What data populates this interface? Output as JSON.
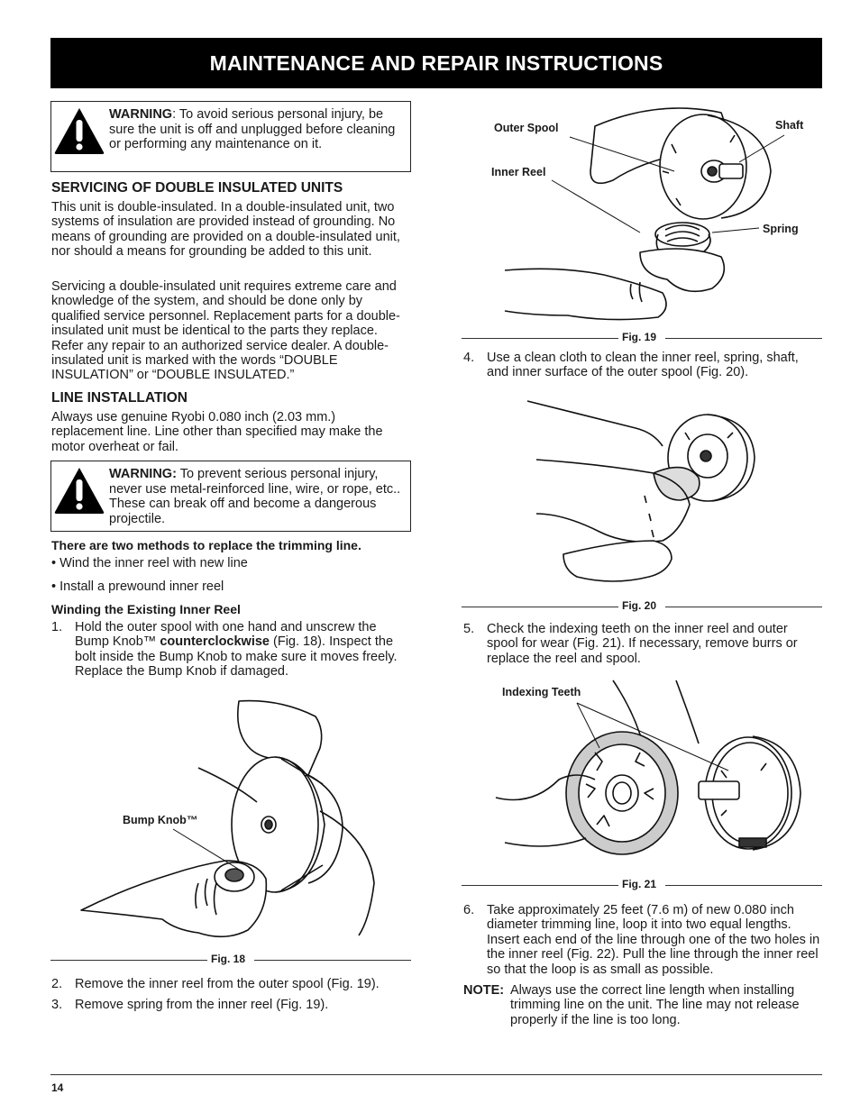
{
  "header": {
    "title": "MAINTENANCE AND REPAIR INSTRUCTIONS"
  },
  "warning1": {
    "label": "WARNING",
    "text": ": To avoid serious personal injury, be sure the unit is off and unplugged before cleaning or performing any maintenance on it."
  },
  "section1": {
    "heading": "SERVICING OF DOUBLE INSULATED UNITS",
    "p1": "This unit is double-insulated. In a double-insulated unit, two systems of insulation are provided instead of grounding. No means of grounding are provided on a double-insulated unit, nor should a means for grounding be added to this unit.",
    "p2": "Servicing a double-insulated unit requires extreme care and knowledge of the system, and should be done only by qualified service personnel. Replacement parts for a double-insulated unit must be identical to the parts they replace. Refer any repair to an authorized service dealer. A double-insulated unit is marked with the words “DOUBLE INSULATION” or “DOUBLE INSULATED.”"
  },
  "section2": {
    "heading": "LINE INSTALLATION",
    "p1": "Always use genuine Ryobi 0.080 inch (2.03 mm.) replacement line. Line other than specified may make the motor overheat or fail."
  },
  "warning2": {
    "label": "WARNING:",
    "text": " To prevent serious personal injury, never use metal-reinforced line, wire, or rope, etc.. These can break off and become a dangerous projectile."
  },
  "methods": {
    "heading": "There are two methods to replace the trimming line.",
    "bullet1": "• Wind the inner reel with new line",
    "bullet2": "• Install a prewound inner reel"
  },
  "winding": {
    "heading": "Winding the Existing Inner Reel",
    "step1_num": "1.",
    "step1_a": "Hold the outer spool with one hand and unscrew the Bump Knob™ ",
    "step1_bold": "counterclockwise",
    "step1_b": " (Fig. 18). Inspect the bolt inside the Bump Knob to make sure it moves freely. Replace the Bump Knob if damaged.",
    "step2_num": "2.",
    "step2": "Remove the inner reel from the outer spool (Fig. 19).",
    "step3_num": "3.",
    "step3": "Remove spring from the inner reel (Fig. 19).",
    "step4_num": "4.",
    "step4": "Use a clean cloth to clean the inner reel, spring, shaft, and inner surface of the outer spool (Fig. 20).",
    "step5_num": "5.",
    "step5": "Check the indexing teeth on the inner reel and outer spool for wear (Fig. 21). If necessary, remove burrs or replace the reel and spool.",
    "step6_num": "6.",
    "step6": "Take approximately 25 feet (7.6 m) of new 0.080 inch diameter trimming line, loop it into two equal lengths. Insert each end of the line through one of the two holes in the inner reel (Fig. 22). Pull the line through the inner reel so that the loop is as small as possible."
  },
  "note": {
    "label": "NOTE:",
    "text": "Always use the correct line length when installing trimming line on the unit. The line may not release properly if the line is too long."
  },
  "figures": {
    "fig18": {
      "caption": "Fig. 18",
      "callout_bump": "Bump Knob™"
    },
    "fig19": {
      "caption": "Fig. 19",
      "callout_outer": "Outer Spool",
      "callout_shaft": "Shaft",
      "callout_inner": "Inner Reel",
      "callout_spring": "Spring"
    },
    "fig20": {
      "caption": "Fig. 20"
    },
    "fig21": {
      "caption": "Fig. 21",
      "callout_teeth": "Indexing Teeth"
    }
  },
  "footer": {
    "page_number": "14"
  }
}
